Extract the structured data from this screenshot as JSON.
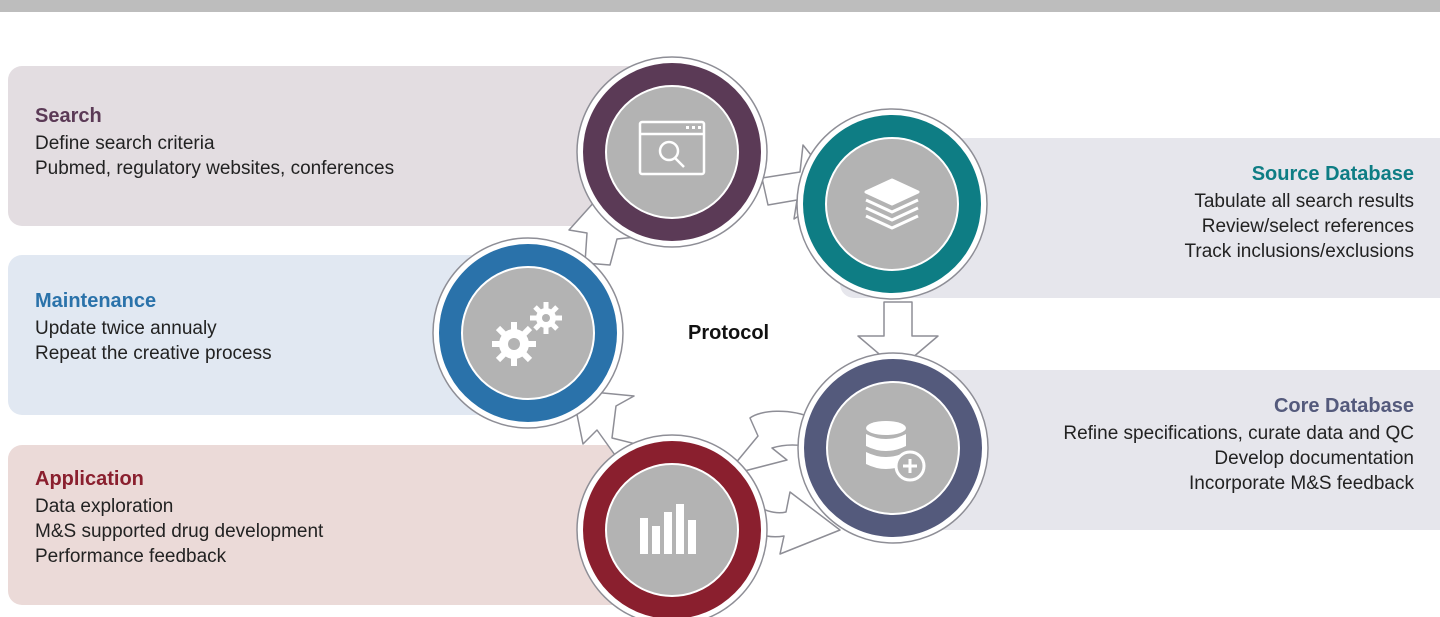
{
  "colors": {
    "search": "#5b3a56",
    "maintenance": "#2a72aa",
    "application": "#8a1f2e",
    "source": "#0e7d84",
    "core": "#545a7c",
    "icon_bg": "#b3b3b3"
  },
  "center_label": "Protocol",
  "stages": {
    "search": {
      "title": "Search",
      "lines": [
        "Define search criteria",
        "Pubmed, regulatory websites, conferences"
      ],
      "icon": "browser-search-icon"
    },
    "source": {
      "title": "Source Database",
      "lines": [
        "Tabulate all search results",
        "Review/select references",
        "Track inclusions/exclusions"
      ],
      "icon": "layers-icon"
    },
    "core": {
      "title": "Core Database",
      "lines": [
        "Refine specifications, curate data and QC",
        "Develop documentation",
        "Incorporate M&S feedback"
      ],
      "icon": "database-add-icon"
    },
    "application": {
      "title": "Application",
      "lines": [
        "Data exploration",
        "M&S supported drug development",
        "Performance feedback"
      ],
      "icon": "bar-chart-icon"
    },
    "maintenance": {
      "title": "Maintenance",
      "lines": [
        "Update twice annualy",
        "Repeat the creative process"
      ],
      "icon": "gears-icon"
    }
  }
}
